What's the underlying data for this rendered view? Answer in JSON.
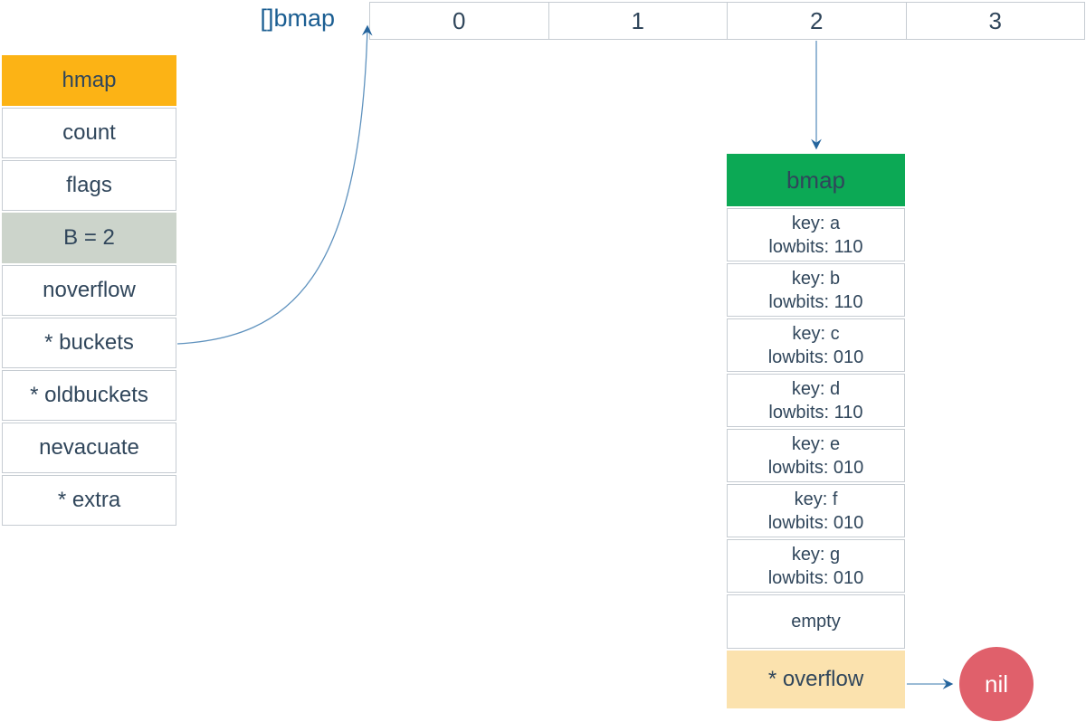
{
  "colors": {
    "hmap_header_bg": "#fcb315",
    "b_row_bg": "#ccd4cb",
    "bmap_header_bg": "#0ca955",
    "overflow_bg": "#fbe2ae",
    "nil_bg": "#e0606b",
    "text_dark": "#30465b",
    "label_blue": "#1b5e92",
    "arrow_line": "#5f92be",
    "arrow_head": "#24649d",
    "border": "#c6ccd2"
  },
  "array": {
    "label": "[]bmap",
    "cells": [
      "0",
      "1",
      "2",
      "3"
    ]
  },
  "hmap": {
    "header": "hmap",
    "rows": [
      {
        "label": "count"
      },
      {
        "label": "flags"
      },
      {
        "label": "B = 2"
      },
      {
        "label": "noverflow"
      },
      {
        "label": "* buckets"
      },
      {
        "label": "* oldbuckets"
      },
      {
        "label": "nevacuate"
      },
      {
        "label": "* extra"
      }
    ]
  },
  "bmap": {
    "header": "bmap",
    "entries": [
      {
        "key": "key: a",
        "lowbits": "lowbits: 110"
      },
      {
        "key": "key: b",
        "lowbits": "lowbits: 110"
      },
      {
        "key": "key: c",
        "lowbits": "lowbits: 010"
      },
      {
        "key": "key: d",
        "lowbits": "lowbits: 110"
      },
      {
        "key": "key: e",
        "lowbits": "lowbits: 010"
      },
      {
        "key": "key: f",
        "lowbits": "lowbits: 010"
      },
      {
        "key": "key: g",
        "lowbits": "lowbits: 010"
      }
    ],
    "empty_label": "empty",
    "overflow_label": "* overflow"
  },
  "nil_label": "nil"
}
